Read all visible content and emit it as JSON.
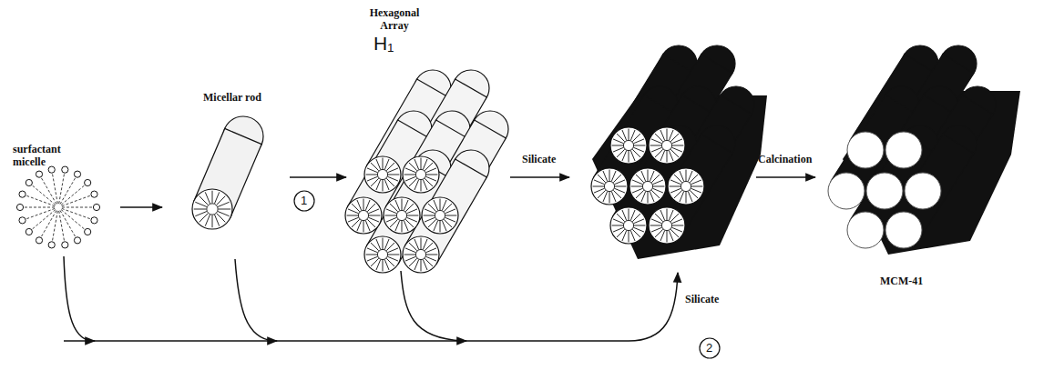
{
  "diagram": {
    "labels": [
      "surfactant micelle",
      "Micellar rod",
      "Hexagonal Array",
      "H₁",
      "1",
      "Silicate",
      "Calcination",
      "MCM-41",
      "Silicate",
      "2"
    ]
  }
}
